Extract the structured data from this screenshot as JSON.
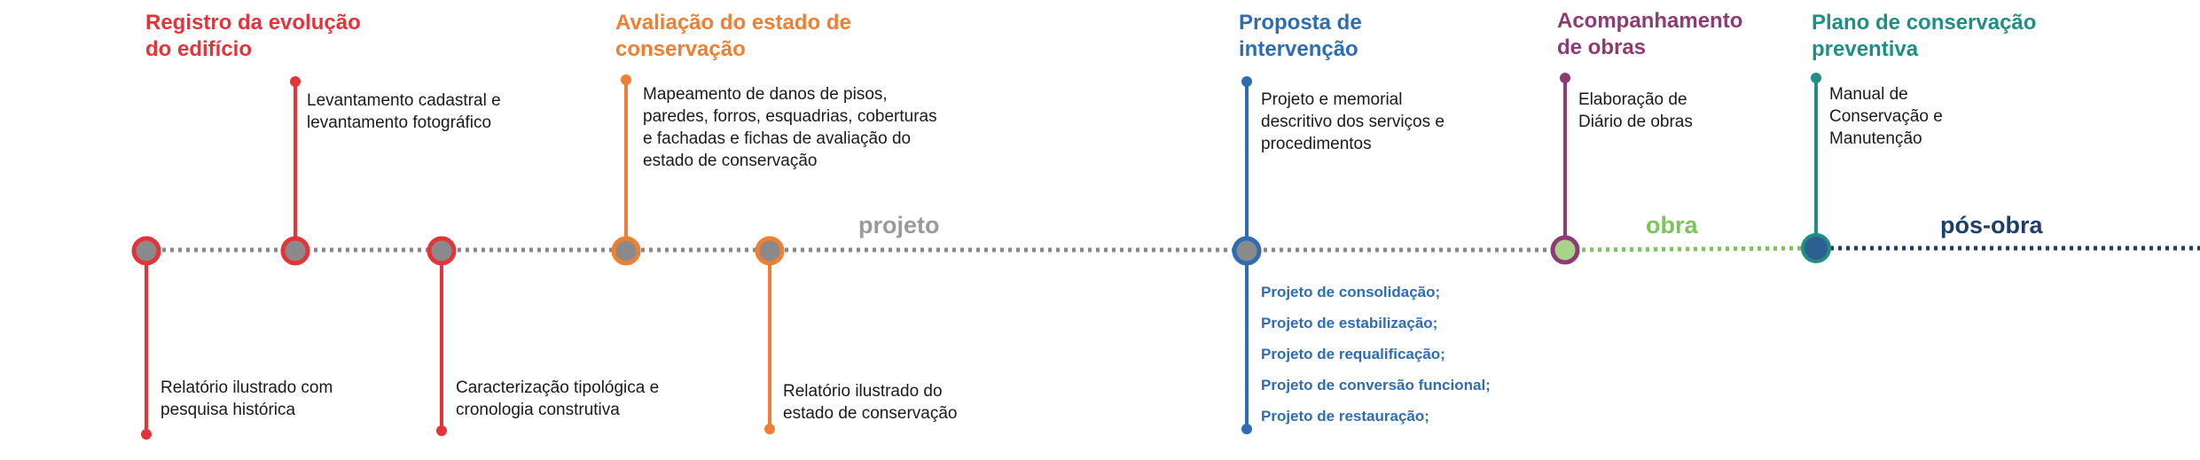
{
  "colors": {
    "red": "#e3343a",
    "orange": "#ef7f33",
    "blue": "#2e6db4",
    "purple": "#8e3b74",
    "teal": "#1f8f84",
    "dots_gray": "#888888",
    "dots_green": "#7cc45c",
    "dots_navy": "#1f3d6b",
    "node_fill": "#8a8a8a"
  },
  "phases": [
    {
      "title": "Registro da evolução do edifício",
      "color": "#e3343a"
    },
    {
      "title": "Avaliação do estado de conservação",
      "color": "#ef7f33"
    },
    {
      "title": "Proposta de intervenção",
      "color": "#2e6db4"
    },
    {
      "title": "Acompanhamento de obras",
      "color": "#8e3b74"
    },
    {
      "title": "Plano de conservação preventiva",
      "color": "#1f8f84"
    }
  ],
  "items": {
    "levantamento": "Levantamento cadastral e levantamento fotográfico",
    "relatorio_historico": "Relatório ilustrado com pesquisa histórica",
    "caracterizacao": "Caracterização tipológica e cronologia construtiva",
    "mapeamento": "Mapeamento de danos de pisos, paredes, forros, esquadrias, coberturas e fachadas e fichas de avaliação do estado de conservação",
    "relatorio_estado": "Relatório ilustrado do estado de conservação",
    "projeto_memorial": "Projeto e memorial descritivo dos serviços e procedimentos",
    "diario": "Elaboração de Diário de obras",
    "manual": "Manual de Conservação e Manutenção"
  },
  "projects": [
    "Projeto de consolidação;",
    "Projeto de estabilização;",
    "Projeto de requalificação;",
    "Projeto de conversão funcional;",
    "Projeto de restauração;"
  ],
  "segments": {
    "projeto": "projeto",
    "obra": "obra",
    "pos_obra": "pós-obra"
  }
}
